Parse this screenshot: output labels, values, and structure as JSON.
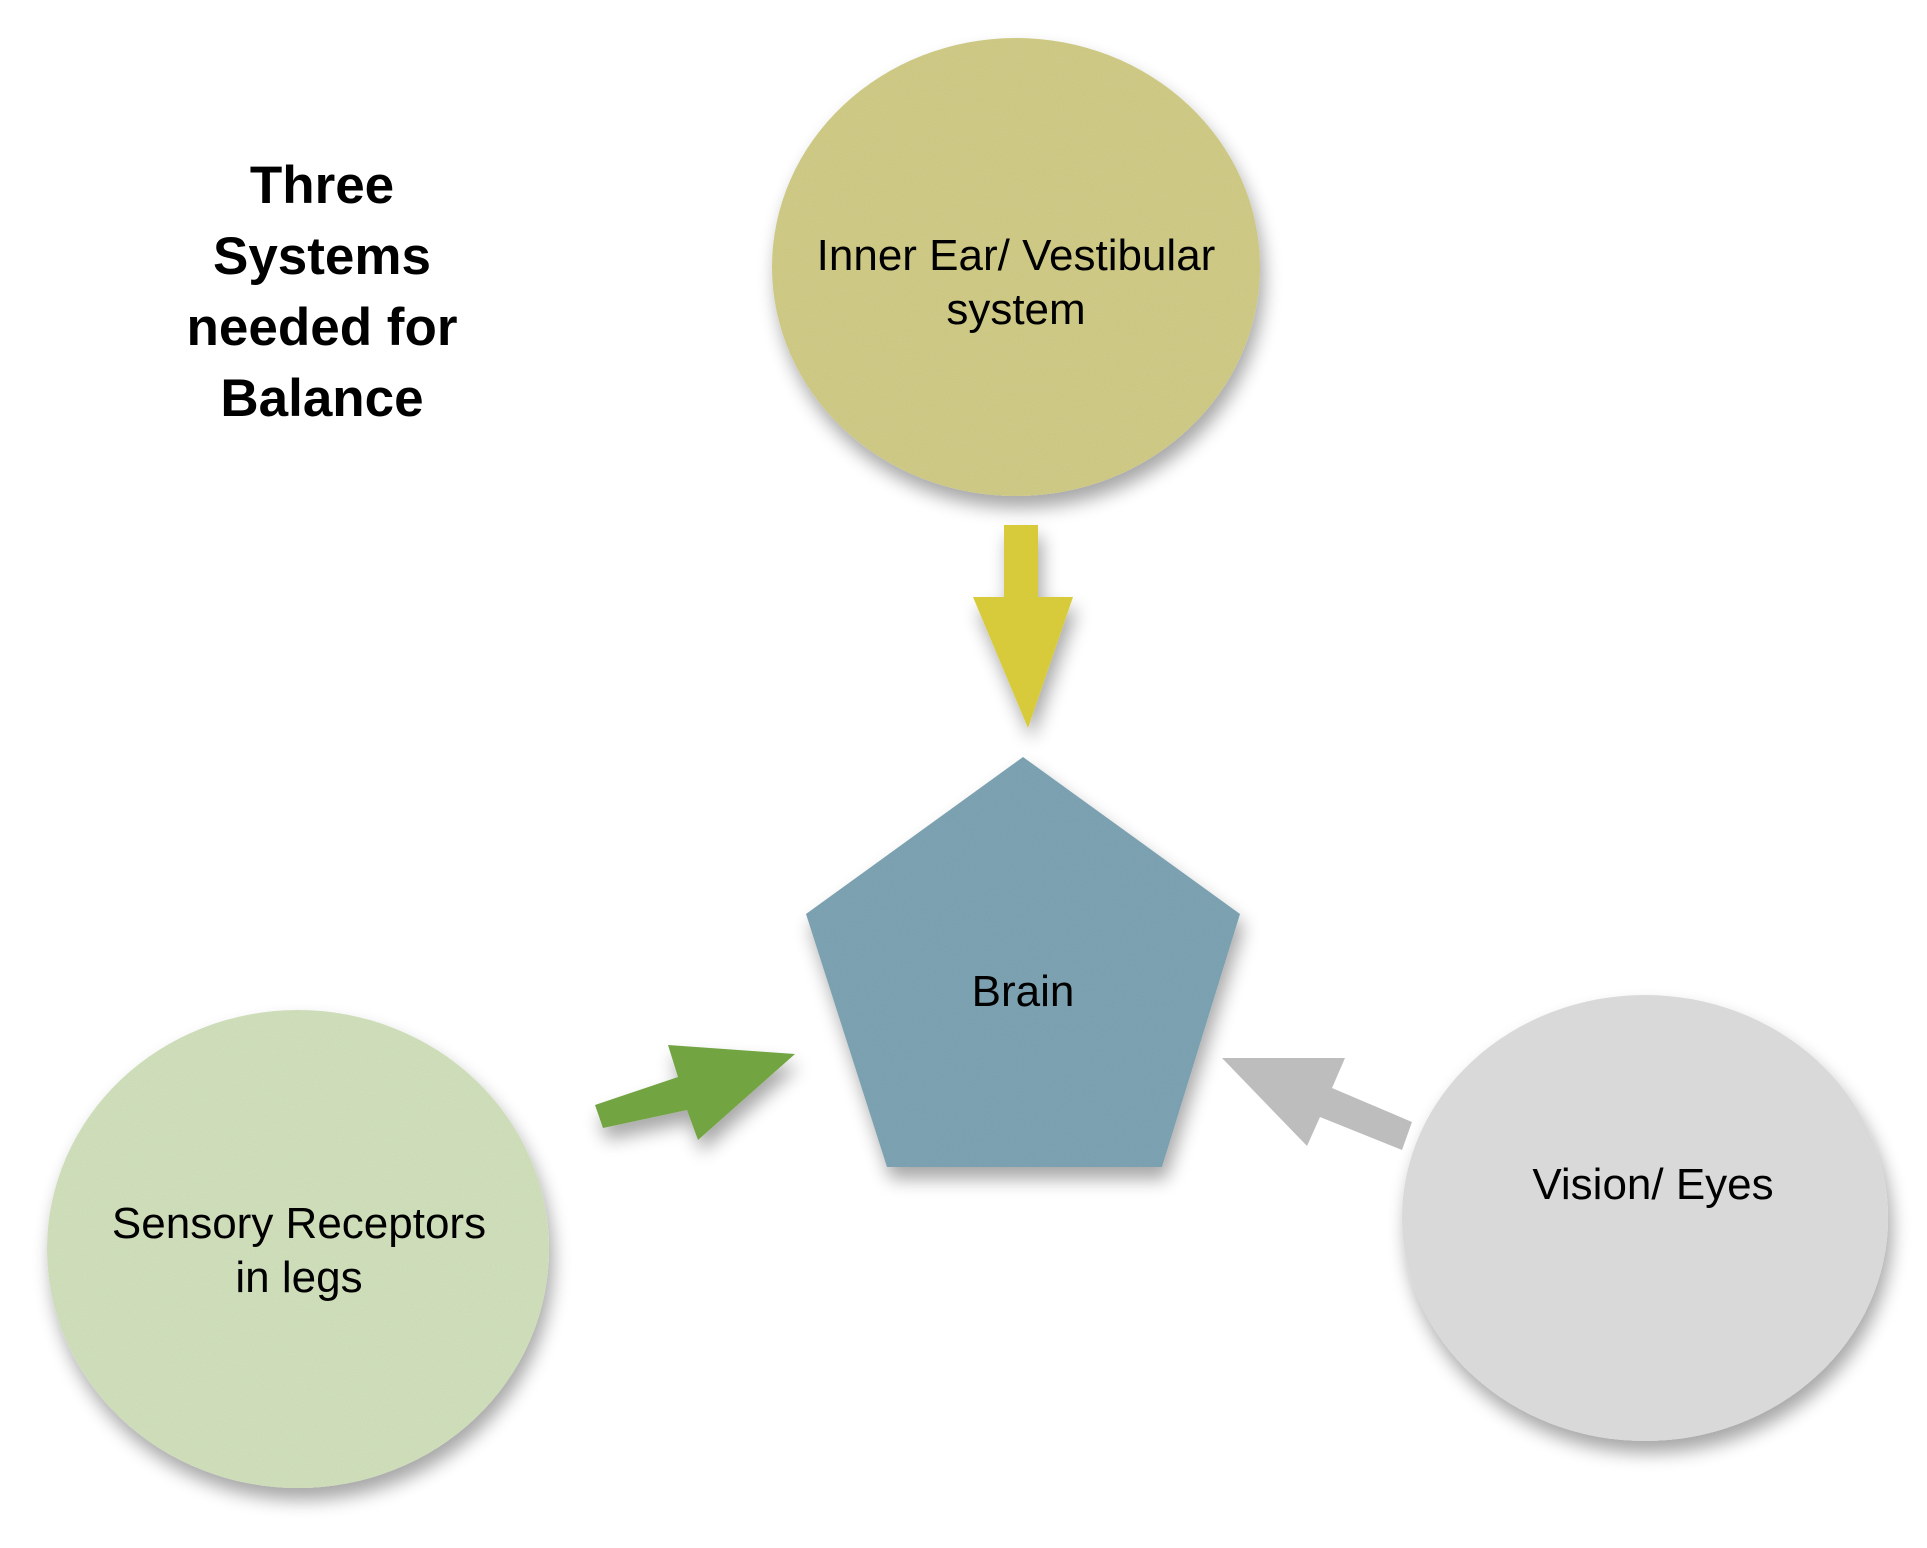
{
  "title": {
    "lines": [
      "Three",
      "Systems",
      "needed for",
      "Balance"
    ]
  },
  "nodes": {
    "inner_ear": {
      "lines": [
        "Inner Ear/ Vestibular",
        "system"
      ],
      "shape": "ellipse",
      "color": "#d2cd88"
    },
    "brain": {
      "lines": [
        "Brain"
      ],
      "shape": "pentagon",
      "color": "#7fa5b5"
    },
    "sensory": {
      "lines": [
        "Sensory Receptors",
        "in legs"
      ],
      "shape": "ellipse",
      "color": "#d3e2bd"
    },
    "vision": {
      "lines": [
        "Vision/ Eyes"
      ],
      "shape": "ellipse",
      "color": "#d9d9d9"
    }
  },
  "arrows": [
    {
      "from": "Inner Ear/ Vestibular system",
      "to": "Brain",
      "color": "#d8cb3b"
    },
    {
      "from": "Sensory Receptors in legs",
      "to": "Brain",
      "color": "#72a443"
    },
    {
      "from": "Vision/ Eyes",
      "to": "Brain",
      "color": "#bdbdbd"
    }
  ]
}
